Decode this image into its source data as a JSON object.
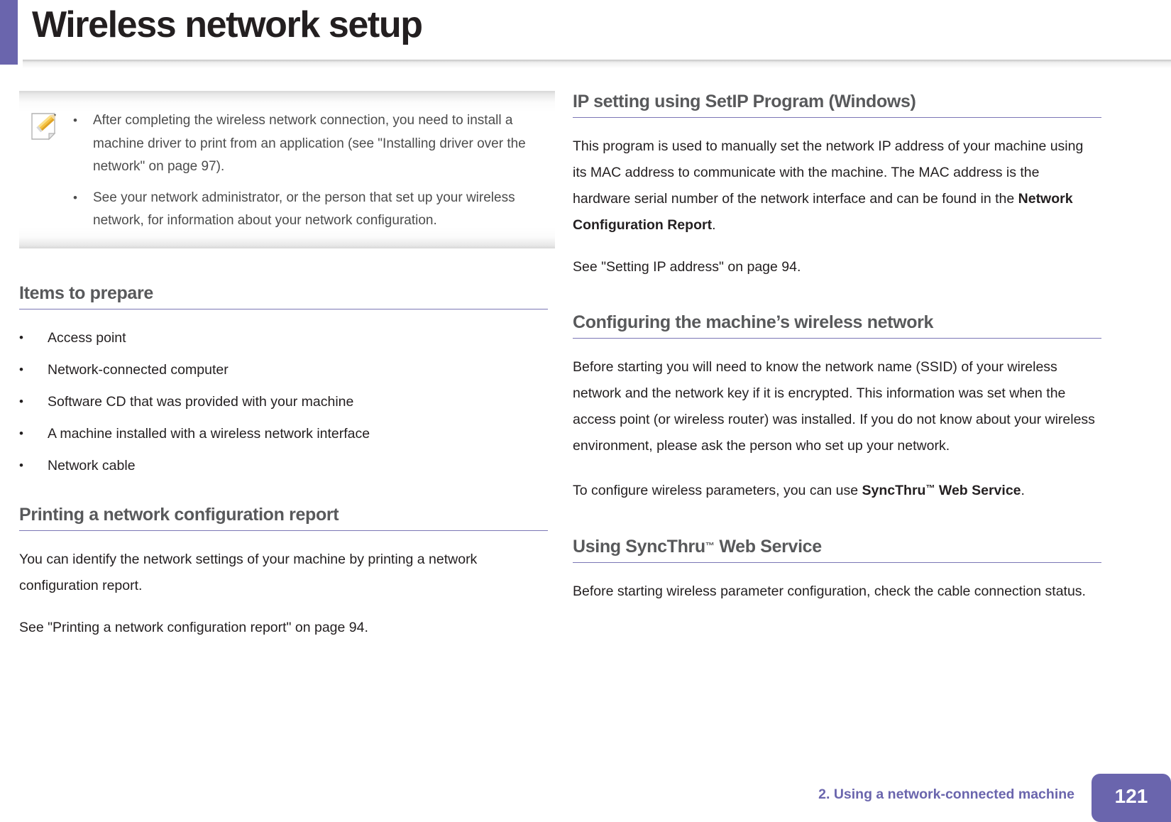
{
  "header": {
    "title": "Wireless network setup",
    "accent_color": "#6a65ad"
  },
  "note": {
    "icon": "note-pencil-icon",
    "items": [
      "After completing the wireless network connection, you need to install a machine driver to print from an application (see \"Installing driver over the network\" on page 97).",
      "See your network administrator, or the person that set up your wireless network, for information about your network configuration."
    ]
  },
  "left_column": {
    "sections": [
      {
        "heading": "Items to prepare",
        "bullets": [
          "Access point",
          "Network-connected computer",
          "Software CD that was provided with your machine",
          "A machine installed with a wireless network interface",
          "Network cable"
        ]
      },
      {
        "heading": "Printing a network configuration report",
        "paragraphs": [
          "You can identify the network settings of your machine by printing a network configuration report.",
          "See \"Printing a network configuration report\" on page 94."
        ]
      }
    ]
  },
  "right_column": {
    "sections": [
      {
        "heading": "IP setting using SetIP Program (Windows)",
        "paragraph_1_part_1": "This program is used to manually set the network IP address of your machine using its MAC address to communicate with the machine. The MAC address is the hardware serial number of the network interface and can be found in the ",
        "paragraph_1_bold": "Network Configuration Report",
        "paragraph_1_part_2": ".",
        "paragraph_2": "See \"Setting IP address\" on page 94."
      },
      {
        "heading": "Configuring the machine’s wireless network",
        "paragraph_1": "Before starting you will need to know the network name (SSID) of your wireless network and the network key if it is encrypted. This information was set when the access point (or wireless router) was installed. If you do not know about your wireless environment, please ask the person who set up your network.",
        "paragraph_2_part_1": "To configure wireless parameters, you can use ",
        "paragraph_2_bold": "SyncThru",
        "paragraph_2_tm": "™",
        "paragraph_2_bold_2": " Web Service",
        "paragraph_2_part_2": "."
      },
      {
        "heading_part_1": "Using SyncThru",
        "heading_tm": "™",
        "heading_part_2": " Web Service",
        "paragraph_1": "Before starting wireless parameter configuration, check the cable connection status."
      }
    ]
  },
  "footer": {
    "chapter": "2.  Using a network-connected machine",
    "page_number": "121",
    "accent_color": "#6a65ad"
  },
  "colors": {
    "heading_gray": "#58595b",
    "rule_purple": "#7b76b5",
    "body_black": "#231f20",
    "note_gray": "#4c4c4c"
  }
}
